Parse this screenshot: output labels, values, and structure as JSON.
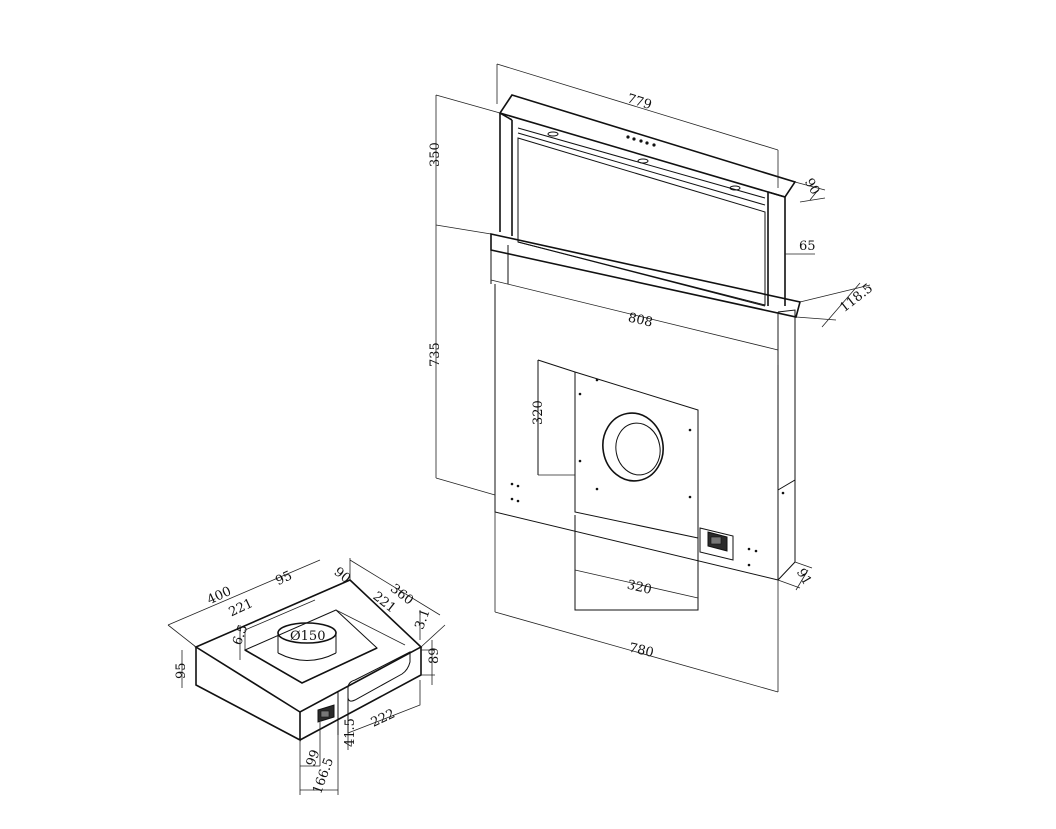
{
  "main_unit": {
    "width_top": "779",
    "depth_top": "90",
    "height_lift": "350",
    "body_height": "735",
    "frame_width": "808",
    "frame_depth": "118.5",
    "column_depth": "65",
    "base_depth": "91",
    "base_width": "780",
    "cutout_height": "320",
    "cutout_width": "320"
  },
  "motor_box": {
    "width": "400",
    "depth": "360",
    "offset_a": "95",
    "offset_b": "90",
    "inner_left": "221",
    "inner_right": "221",
    "small_a": "6.5",
    "small_b": "3.1",
    "outlet_diameter": "Ø150",
    "height_left": "95",
    "height_right": "89",
    "side_opening": "222",
    "connector_gap": "41.5",
    "connector_offset": "99",
    "connector_span": "166.5"
  }
}
